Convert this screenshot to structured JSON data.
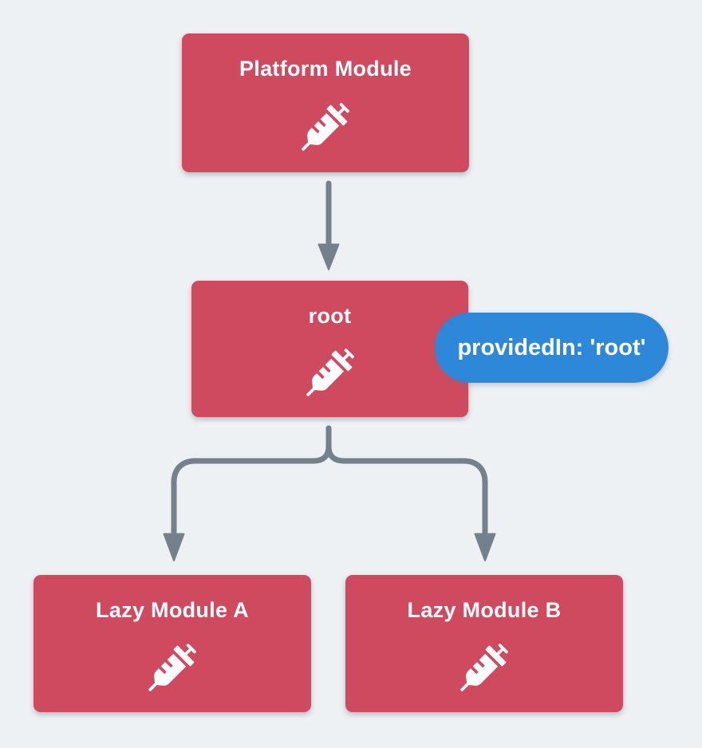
{
  "colors": {
    "background": "#EEF1F4",
    "node_fill": "#D04A5F",
    "node_text": "#FFFFFF",
    "badge_fill": "#2E88DA",
    "badge_text": "#FFFFFF",
    "connector": "#74818D"
  },
  "nodes": [
    {
      "id": "platform-module",
      "label": "Platform Module",
      "icon": "syringe"
    },
    {
      "id": "root-injector",
      "label": "root",
      "icon": "syringe"
    },
    {
      "id": "lazy-module-a",
      "label": "Lazy Module A",
      "icon": "syringe"
    },
    {
      "id": "lazy-module-b",
      "label": "Lazy Module B",
      "icon": "syringe"
    }
  ],
  "badge": {
    "label": "providedIn: 'root'"
  },
  "edges": [
    {
      "from": "platform-module",
      "to": "root-injector"
    },
    {
      "from": "root-injector",
      "to": "lazy-module-a"
    },
    {
      "from": "root-injector",
      "to": "lazy-module-b"
    }
  ]
}
